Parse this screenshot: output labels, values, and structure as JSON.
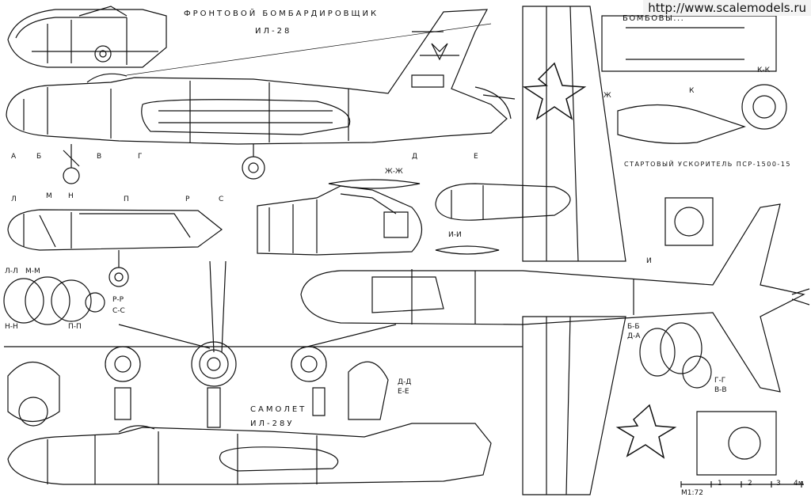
{
  "watermark": "http://www.scalemodels.ru",
  "titles": {
    "main_title": "ФРОНТОВОЙ БОМБАРДИРОВЩИК",
    "main_model": "ИЛ-28",
    "trainer_title": "САМОЛЕТ",
    "trainer_model": "ИЛ-28У",
    "booster": "СТАРТОВЫЙ УСКОРИТЕЛЬ ПСР-1500-15",
    "bombs": "БОМБОВЫ..."
  },
  "station_marks": {
    "row1": [
      "А",
      "Б",
      "В",
      "Г",
      "Д",
      "Е"
    ],
    "row2": [
      "Л",
      "М",
      "Н",
      "П",
      "Р",
      "С"
    ],
    "right": [
      "Ж",
      "К",
      "К-К",
      "И",
      "Ж-Ж",
      "И-И"
    ]
  },
  "section_labels": {
    "ll": "Л-Л",
    "mm": "М-М",
    "nn": "Н-Н",
    "pp": "П-П",
    "rr": "Р-Р",
    "ss": "С-С",
    "dd": "Д-Д",
    "ee": "Е-Е",
    "bb": "Б-Б",
    "aa": "Д-А",
    "gg": "Г-Г",
    "vv": "В-В"
  },
  "scale": {
    "ratio": "М1:72",
    "ticks": [
      "1",
      "2",
      "3",
      "4м"
    ]
  },
  "colors": {
    "ink": "#111111",
    "paper": "#ffffff"
  }
}
